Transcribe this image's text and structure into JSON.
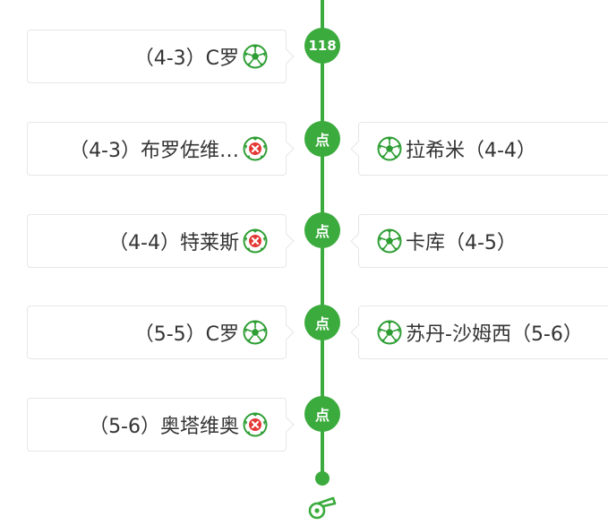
{
  "colors": {
    "accent": "#3bab3d",
    "miss": "#e53935"
  },
  "timeline": {
    "events": [
      {
        "node": "118",
        "left": {
          "text": "（4-3）C罗",
          "result": "goal"
        },
        "right": null
      },
      {
        "node": "点",
        "left": {
          "text": "（4-3）布罗佐维…",
          "result": "miss"
        },
        "right": {
          "text": "拉希米（4-4）",
          "result": "goal"
        }
      },
      {
        "node": "点",
        "left": {
          "text": "（4-4）特莱斯",
          "result": "miss"
        },
        "right": {
          "text": "卡库（4-5）",
          "result": "goal"
        }
      },
      {
        "node": "点",
        "left": {
          "text": "（5-5）C罗",
          "result": "goal"
        },
        "right": {
          "text": "苏丹-沙姆西（5-6）",
          "result": "goal"
        }
      },
      {
        "node": "点",
        "left": {
          "text": "（5-6）奥塔维奥",
          "result": "miss"
        },
        "right": null
      }
    ]
  }
}
